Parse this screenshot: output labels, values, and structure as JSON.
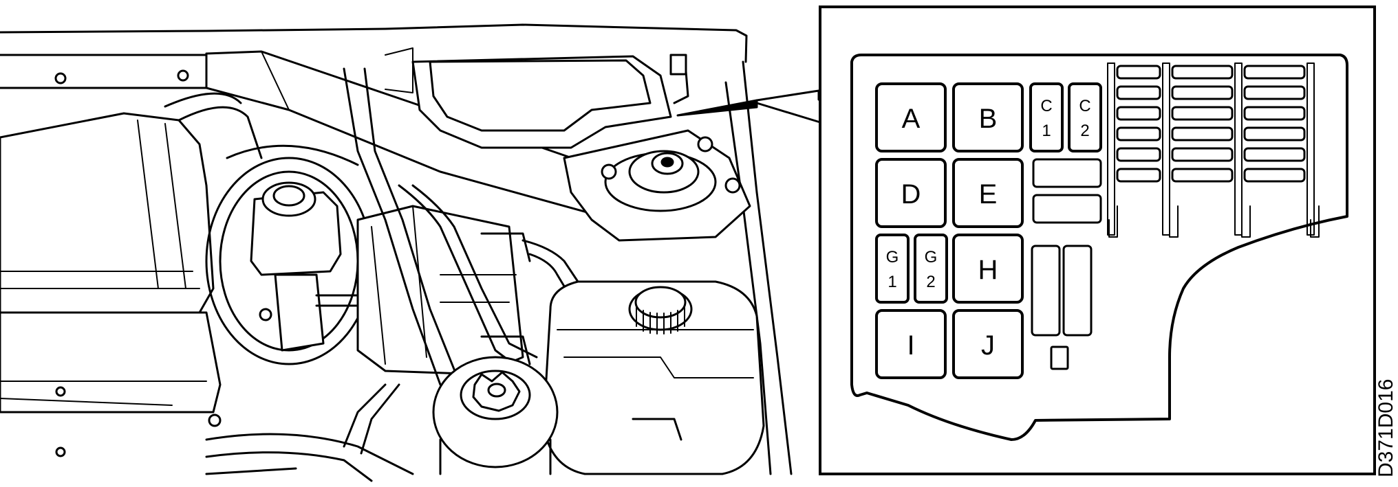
{
  "figure_code": "D371D016",
  "fuse_box": {
    "large_fuses": [
      {
        "id": "fuse-a",
        "label": "A"
      },
      {
        "id": "fuse-b",
        "label": "B"
      },
      {
        "id": "fuse-d",
        "label": "D"
      },
      {
        "id": "fuse-e",
        "label": "E"
      },
      {
        "id": "fuse-h",
        "label": "H"
      },
      {
        "id": "fuse-i",
        "label": "I"
      },
      {
        "id": "fuse-j",
        "label": "J"
      }
    ],
    "small_fuses": [
      {
        "id": "fuse-c1",
        "letter": "C",
        "number": "1"
      },
      {
        "id": "fuse-c2",
        "letter": "C",
        "number": "2"
      },
      {
        "id": "fuse-g1",
        "letter": "G",
        "number": "1"
      },
      {
        "id": "fuse-g2",
        "letter": "G",
        "number": "2"
      }
    ]
  }
}
